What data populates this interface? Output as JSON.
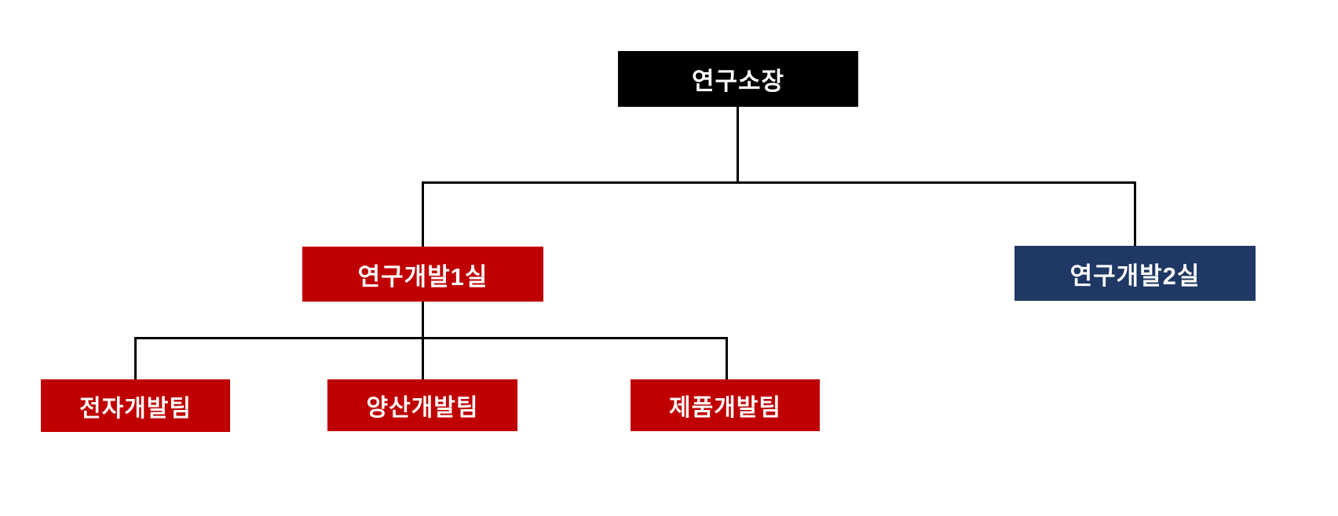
{
  "canvas": {
    "background": "#FFFFFF",
    "connector_color": "#000000"
  },
  "nodes": {
    "root": {
      "label": "연구소장",
      "bg": "#000000",
      "fg": "#FFFFFF"
    },
    "dept1": {
      "label": "연구개발1실",
      "bg": "#C00000",
      "fg": "#FFFFFF"
    },
    "dept2": {
      "label": "연구개발2실",
      "bg": "#1F3864",
      "fg": "#FFFFFF"
    },
    "team1": {
      "label": "전자개발팀",
      "bg": "#C00000",
      "fg": "#FFFFFF"
    },
    "team2": {
      "label": "양산개발팀",
      "bg": "#C00000",
      "fg": "#FFFFFF"
    },
    "team3": {
      "label": "제품개발팀",
      "bg": "#C00000",
      "fg": "#FFFFFF"
    }
  },
  "hierarchy": {
    "label": "연구소장",
    "children": [
      {
        "label": "연구개발1실",
        "children": [
          {
            "label": "전자개발팀"
          },
          {
            "label": "양산개발팀"
          },
          {
            "label": "제품개발팀"
          }
        ]
      },
      {
        "label": "연구개발2실",
        "children": []
      }
    ]
  }
}
